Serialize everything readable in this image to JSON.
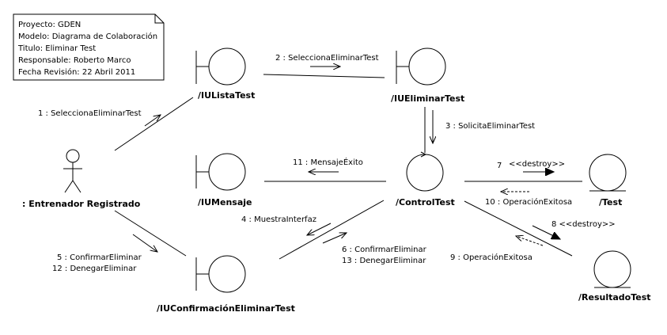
{
  "note": {
    "lines": [
      "Proyecto: GDEN",
      "Modelo: Diagrama de Colaboración",
      "Titulo: Eliminar Test",
      "Responsable: Roberto Marco",
      "Fecha Revisión: 22 Abril 2011"
    ]
  },
  "actor": {
    "name": ": Entrenador Registrado"
  },
  "objects": {
    "iu_lista_test": "/IUListaTest",
    "iu_eliminar_test": "/IUEliminarTest",
    "iu_mensaje": "/IUMensaje",
    "iu_confirmacion": "/IUConfirmaciónEliminarTest",
    "control_test": "/ControlTest",
    "test": "/Test",
    "resultado_test": "/ResultadoTest"
  },
  "messages": {
    "m1": "1 : SeleccionaEliminarTest",
    "m2": "2 : SeleccionaEliminarTest",
    "m3": "3 : SolicitaEliminarTest",
    "m4": "4 : MuestraInterfaz",
    "m5": "5 : ConfirmarEliminar",
    "m12": "12 : DenegarEliminar",
    "m6": "6 : ConfirmarEliminar",
    "m13": "13 : DenegarEliminar",
    "m7": "7",
    "m7_stereotype": "<<destroy>>",
    "m8": "8 <<destroy>>",
    "m9": "9 : OperaciónExitosa",
    "m10": "10 : OperaciónExitosa",
    "m11": "11 : MensajeÉxito"
  }
}
